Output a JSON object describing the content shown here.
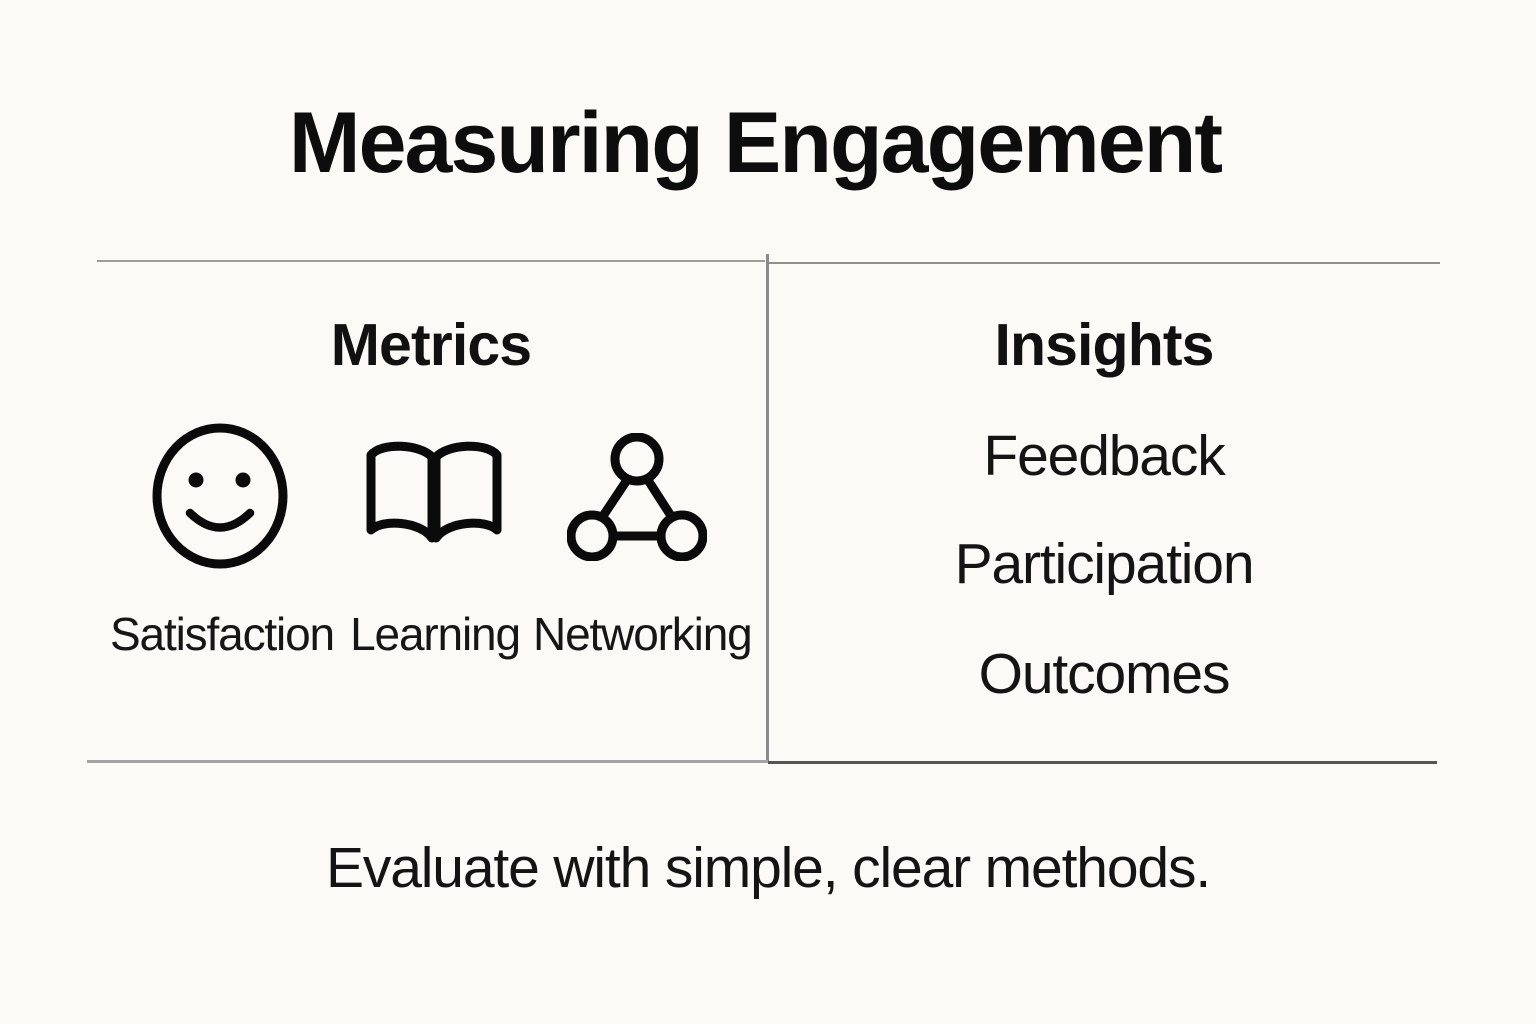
{
  "title": "Measuring Engagement",
  "panels": {
    "left": {
      "heading": "Metrics",
      "items": [
        {
          "icon": "smiley-face-icon",
          "label": "Satisfaction"
        },
        {
          "icon": "open-book-icon",
          "label": "Learning"
        },
        {
          "icon": "network-nodes-icon",
          "label": "Networking"
        }
      ]
    },
    "right": {
      "heading": "Insights",
      "items": [
        "Feedback",
        "Participation",
        "Outcomes"
      ]
    }
  },
  "caption": "Evaluate with simple, clear methods.",
  "colors": {
    "background": "#fbfaf7",
    "text": "#141414",
    "divider_gray": "#8f8f8f",
    "icon_stroke": "#0a0a0a"
  }
}
